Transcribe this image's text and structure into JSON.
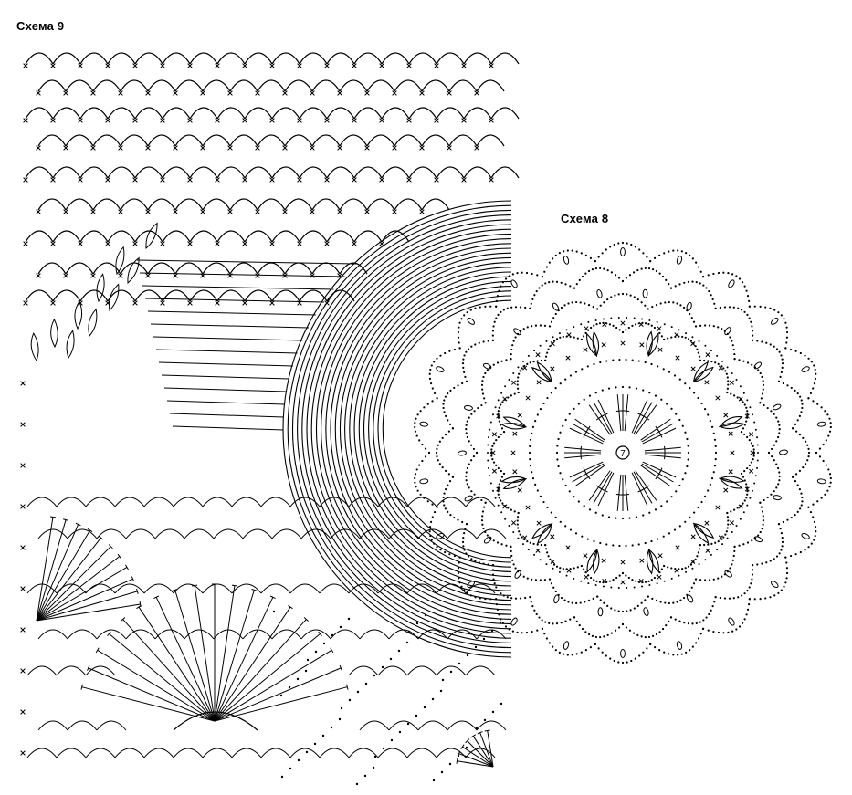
{
  "scheme9": {
    "title": "Схема 9"
  },
  "scheme8": {
    "title": "Схема 8",
    "center_label": "7"
  },
  "colors": {
    "ink": "#000000",
    "paper": "#ffffff"
  }
}
